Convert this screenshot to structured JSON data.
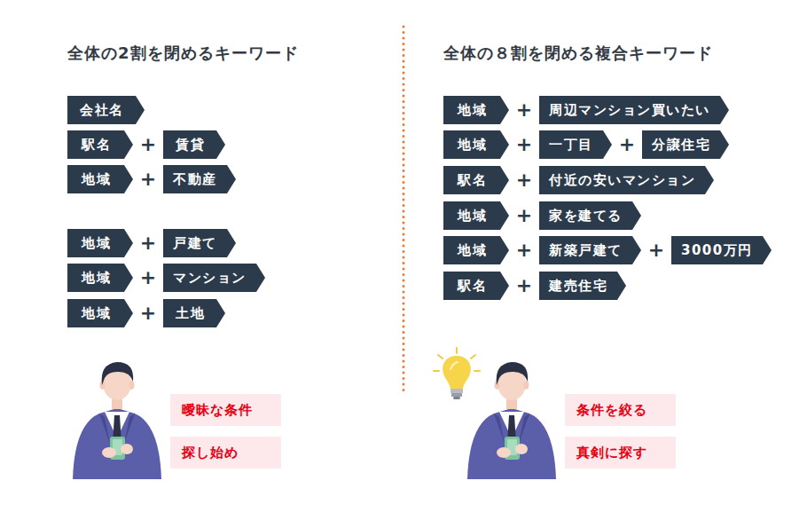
{
  "diagram": {
    "nodes": [
      {
        "text": [
          "会社名"
        ]
      },
      {
        "text": [
          "駅名"
        ]
      },
      {
        "text": [
          "賃貸"
        ]
      },
      {
        "text": [
          "地域"
        ]
      },
      {
        "text": [
          "不動産"
        ]
      },
      {
        "text": [
          "地域"
        ]
      },
      {
        "text": [
          "戸建て"
        ]
      },
      {
        "text": [
          "地域"
        ]
      },
      {
        "text": [
          "マンション"
        ]
      },
      {
        "text": [
          "地域"
        ]
      },
      {
        "text": [
          "土地"
        ]
      },
      {
        "text": [
          "曖昧な条件"
        ]
      },
      {
        "text": [
          "探し始め"
        ]
      },
      {
        "text": [
          "地域"
        ]
      },
      {
        "text": [
          "周辺マンション買いたい"
        ]
      },
      {
        "text": [
          "地域"
        ]
      },
      {
        "text": [
          "一丁目"
        ]
      },
      {
        "text": [
          "分譲住宅"
        ]
      },
      {
        "text": [
          "駅名"
        ]
      },
      {
        "text": [
          "付近の安いマンション"
        ]
      },
      {
        "text": [
          "地域"
        ]
      },
      {
        "text": [
          "家を建てる"
        ]
      },
      {
        "text": [
          "地域"
        ]
      },
      {
        "text": [
          "新築戸建て"
        ]
      },
      {
        "text": [
          "3000万円"
        ]
      },
      {
        "text": [
          "駅名"
        ]
      },
      {
        "text": [
          "建売住宅"
        ]
      },
      {
        "text": [
          "条件を絞る"
        ]
      },
      {
        "text": [
          "真剣に探す"
        ]
      }
    ],
    "labels": [
      "全体の2割を閉めるキーワード",
      "+",
      "+",
      "+",
      "+",
      "+",
      "全体の８割を閉める複合キーワード",
      "+",
      "+",
      "+",
      "+",
      "+",
      "+",
      "+",
      "+"
    ]
  }
}
